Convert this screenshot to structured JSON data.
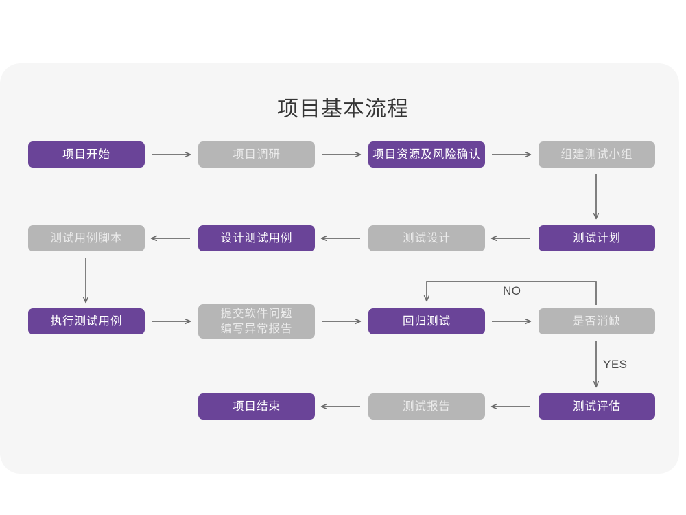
{
  "page": {
    "title": "项目基本流程",
    "background_color": "#ffffff",
    "card_color": "#f6f6f6",
    "accent_purple": "#6a4498",
    "accent_gray": "#b6b6b6",
    "title_color": "#353535",
    "connector_color": "#6b6b6b"
  },
  "flowchart": {
    "type": "flowchart",
    "orientation": "boustrophedon-rows",
    "nodes": [
      {
        "id": "n1",
        "label": "项目开始",
        "style": "purple",
        "row": 1,
        "col": 1
      },
      {
        "id": "n2",
        "label": "项目调研",
        "style": "gray",
        "row": 1,
        "col": 2
      },
      {
        "id": "n3",
        "label": "项目资源及风险确认",
        "style": "purple",
        "row": 1,
        "col": 3
      },
      {
        "id": "n4",
        "label": "组建测试小组",
        "style": "gray",
        "row": 1,
        "col": 4
      },
      {
        "id": "n5",
        "label": "测试计划",
        "style": "purple",
        "row": 2,
        "col": 4
      },
      {
        "id": "n6",
        "label": "测试设计",
        "style": "gray",
        "row": 2,
        "col": 3
      },
      {
        "id": "n7",
        "label": "设计测试用例",
        "style": "purple",
        "row": 2,
        "col": 2
      },
      {
        "id": "n8",
        "label": "测试用例脚本",
        "style": "gray",
        "row": 2,
        "col": 1
      },
      {
        "id": "n9",
        "label": "执行测试用例",
        "style": "purple",
        "row": 3,
        "col": 1
      },
      {
        "id": "n10",
        "label": "提交软件问题\n编写异常报告",
        "style": "gray",
        "row": 3,
        "col": 2
      },
      {
        "id": "n11",
        "label": "回归测试",
        "style": "purple",
        "row": 3,
        "col": 3
      },
      {
        "id": "n12",
        "label": "是否消缺",
        "style": "gray",
        "row": 3,
        "col": 4
      },
      {
        "id": "n13",
        "label": "测试评估",
        "style": "purple",
        "row": 4,
        "col": 4
      },
      {
        "id": "n14",
        "label": "测试报告",
        "style": "gray",
        "row": 4,
        "col": 3
      },
      {
        "id": "n15",
        "label": "项目结束",
        "style": "purple",
        "row": 4,
        "col": 2
      }
    ],
    "edges": [
      {
        "from": "n1",
        "to": "n2",
        "label": "",
        "direction": "right"
      },
      {
        "from": "n2",
        "to": "n3",
        "label": "",
        "direction": "right"
      },
      {
        "from": "n3",
        "to": "n4",
        "label": "",
        "direction": "right"
      },
      {
        "from": "n4",
        "to": "n5",
        "label": "",
        "direction": "down"
      },
      {
        "from": "n5",
        "to": "n6",
        "label": "",
        "direction": "left"
      },
      {
        "from": "n6",
        "to": "n7",
        "label": "",
        "direction": "left"
      },
      {
        "from": "n7",
        "to": "n8",
        "label": "",
        "direction": "left"
      },
      {
        "from": "n8",
        "to": "n9",
        "label": "",
        "direction": "down"
      },
      {
        "from": "n9",
        "to": "n10",
        "label": "",
        "direction": "right"
      },
      {
        "from": "n10",
        "to": "n11",
        "label": "",
        "direction": "right"
      },
      {
        "from": "n11",
        "to": "n12",
        "label": "",
        "direction": "right"
      },
      {
        "from": "n12",
        "to": "n11",
        "label": "NO",
        "direction": "loop-up-left-down"
      },
      {
        "from": "n12",
        "to": "n13",
        "label": "YES",
        "direction": "down"
      },
      {
        "from": "n13",
        "to": "n14",
        "label": "",
        "direction": "left"
      },
      {
        "from": "n14",
        "to": "n15",
        "label": "",
        "direction": "left"
      }
    ],
    "edge_labels": [
      {
        "id": "lbl-no",
        "text": "NO"
      },
      {
        "id": "lbl-yes",
        "text": "YES"
      }
    ]
  }
}
